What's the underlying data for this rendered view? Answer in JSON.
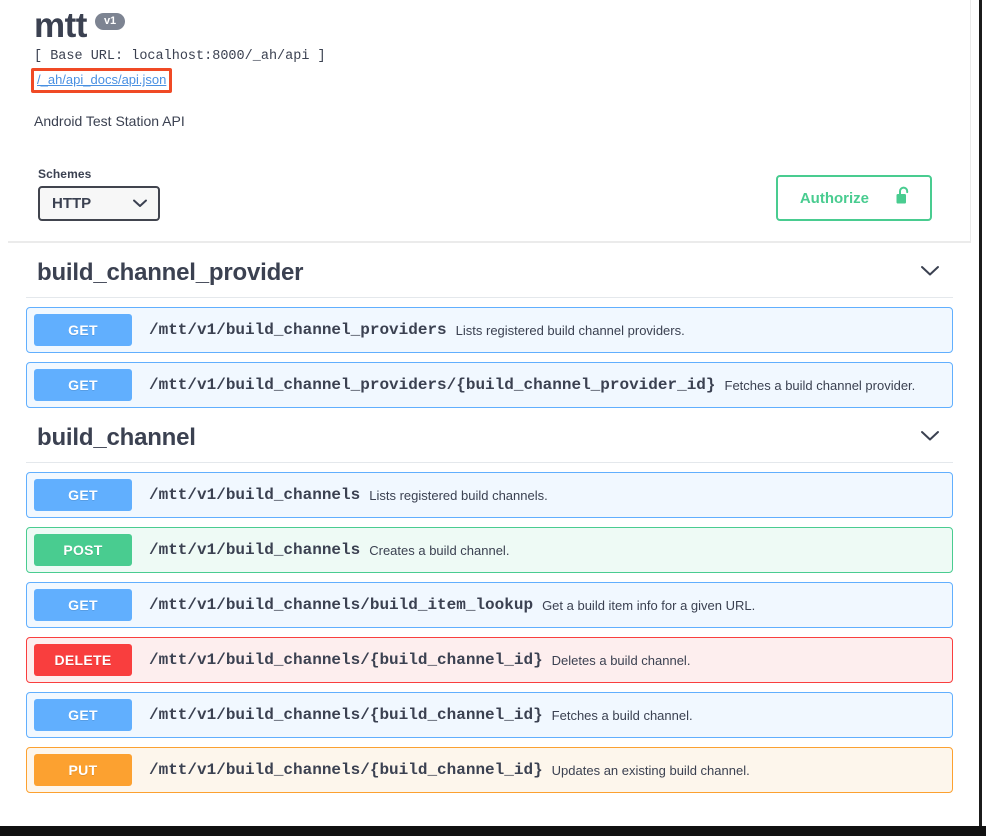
{
  "header": {
    "title": "mtt",
    "version_badge": "v1",
    "base_url": "[ Base URL: localhost:8000/_ah/api ]",
    "api_link": "/_ah/api_docs/api.json",
    "description": "Android Test Station API",
    "highlight_color": "#f04a25"
  },
  "schemes": {
    "label": "Schemes",
    "selected": "HTTP",
    "options": [
      "HTTP"
    ],
    "chevron_icon": "chevron-down-icon"
  },
  "authorize": {
    "label": "Authorize",
    "icon": "unlock-icon",
    "accent_color": "#49cc90"
  },
  "sections": [
    {
      "tag": "build_channel_provider",
      "chevron_icon": "chevron-down-icon",
      "operations": [
        {
          "method": "GET",
          "method_class": "get",
          "path": "/mtt/v1/build_channel_providers",
          "description": "Lists registered build channel providers.",
          "color": "#61affe"
        },
        {
          "method": "GET",
          "method_class": "get",
          "path": "/mtt/v1/build_channel_providers/{build_channel_provider_id}",
          "description": "Fetches a build channel provider.",
          "color": "#61affe"
        }
      ]
    },
    {
      "tag": "build_channel",
      "chevron_icon": "chevron-down-icon",
      "operations": [
        {
          "method": "GET",
          "method_class": "get",
          "path": "/mtt/v1/build_channels",
          "description": "Lists registered build channels.",
          "color": "#61affe"
        },
        {
          "method": "POST",
          "method_class": "post",
          "path": "/mtt/v1/build_channels",
          "description": "Creates a build channel.",
          "color": "#49cc90"
        },
        {
          "method": "GET",
          "method_class": "get",
          "path": "/mtt/v1/build_channels/build_item_lookup",
          "description": "Get a build item info for a given URL.",
          "color": "#61affe"
        },
        {
          "method": "DELETE",
          "method_class": "delete",
          "path": "/mtt/v1/build_channels/{build_channel_id}",
          "description": "Deletes a build channel.",
          "color": "#f93e3e"
        },
        {
          "method": "GET",
          "method_class": "get",
          "path": "/mtt/v1/build_channels/{build_channel_id}",
          "description": "Fetches a build channel.",
          "color": "#61affe"
        },
        {
          "method": "PUT",
          "method_class": "put",
          "path": "/mtt/v1/build_channels/{build_channel_id}",
          "description": "Updates an existing build channel.",
          "color": "#fca130"
        }
      ]
    }
  ]
}
